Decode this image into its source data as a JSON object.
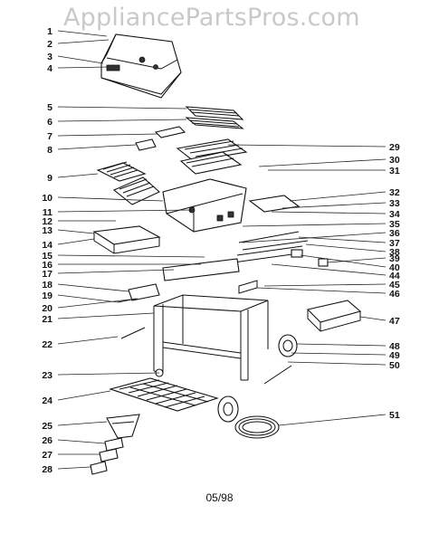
{
  "watermark": "AppliancePartsPros.com",
  "footer": "05/98",
  "callouts": {
    "left": [
      "1",
      "2",
      "3",
      "4",
      "5",
      "6",
      "7",
      "8",
      "9",
      "10",
      "11",
      "12",
      "13",
      "14",
      "15",
      "16",
      "17",
      "18",
      "19",
      "20",
      "21",
      "22",
      "23",
      "24",
      "25",
      "26",
      "27",
      "28"
    ],
    "right": [
      "29",
      "30",
      "31",
      "32",
      "33",
      "34",
      "35",
      "36",
      "37",
      "38",
      "39",
      "40",
      "44",
      "45",
      "46",
      "47",
      "48",
      "49",
      "50",
      "51"
    ]
  }
}
